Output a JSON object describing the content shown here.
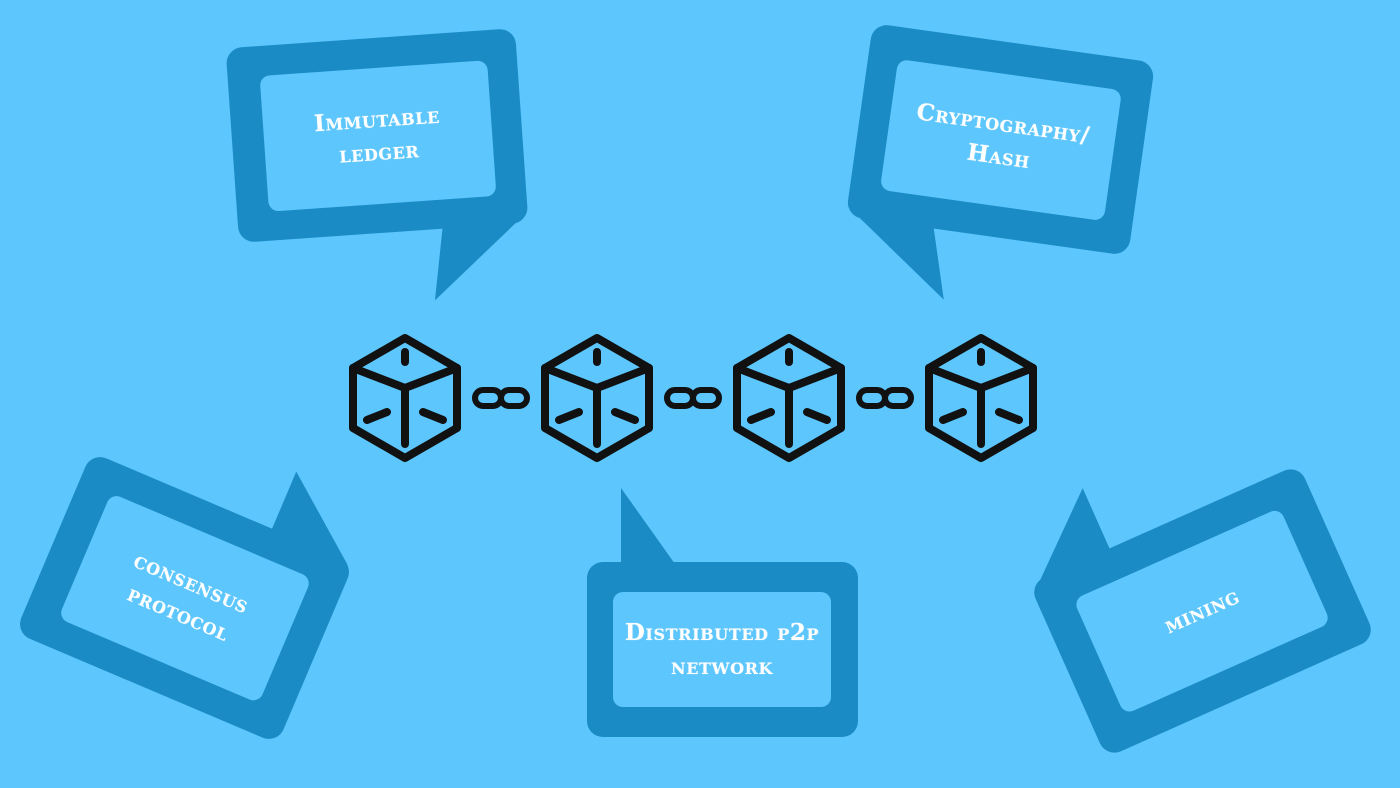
{
  "diagram": {
    "bubbles": [
      {
        "id": "immutable",
        "text": "Immutable\nledger"
      },
      {
        "id": "crypto",
        "text": "Cryptography/\nHash"
      },
      {
        "id": "consensus",
        "text": "consensus\nprotocol"
      },
      {
        "id": "distributed",
        "text": "Distributed p2p\nnetwork"
      },
      {
        "id": "mining",
        "text": "mining"
      }
    ],
    "chain": {
      "blocks": 4,
      "links": 3
    }
  },
  "colors": {
    "background": "#5cc6fd",
    "bubble": "#1b8bc6",
    "text": "#ffffff",
    "icon": "#111111"
  }
}
